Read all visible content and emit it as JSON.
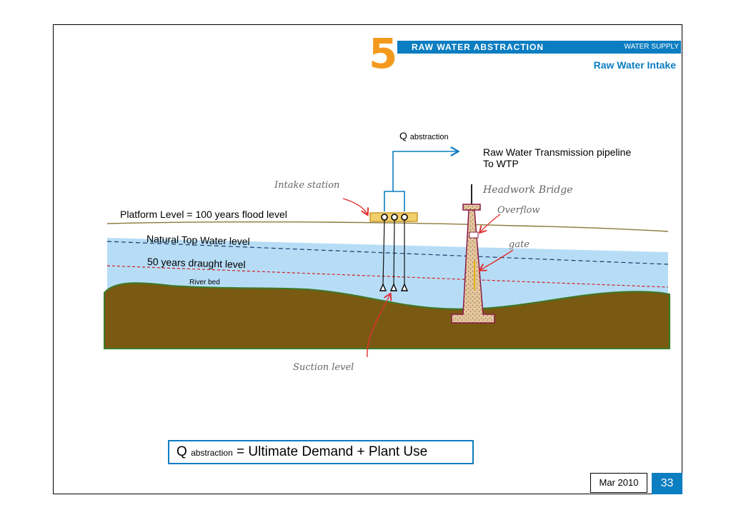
{
  "header": {
    "section_number": "5",
    "section_title": "RAW WATER ABSTRACTION",
    "category": "WATER SUPPLY",
    "subtitle": "Raw Water Intake"
  },
  "colors": {
    "brand_blue": "#0b7dc1",
    "accent_orange": "#f39a1e",
    "water": "#b7ddf6",
    "riverbed": "#7a5a12",
    "annotation_red": "#e03030"
  },
  "diagram": {
    "q_label_main": "Q",
    "q_label_sub": "abstraction",
    "pipeline_line1": "Raw Water Transmission pipeline",
    "pipeline_line2": "To WTP",
    "intake_station": "Intake station",
    "headwork_bridge": "Headwork Bridge",
    "overflow": "Overflow",
    "gate": "gate",
    "platform_level": "Platform Level = 100 years flood level",
    "natural_top_water": "Natural Top Water level",
    "draught_level": "50 years draught level",
    "river_bed": "River bed",
    "suction_level": "Suction level"
  },
  "formula": {
    "q": "Q",
    "sub": "abstraction",
    "rest": "= Ultimate Demand + Plant Use"
  },
  "footer": {
    "date": "Mar 2010",
    "page": "33"
  }
}
